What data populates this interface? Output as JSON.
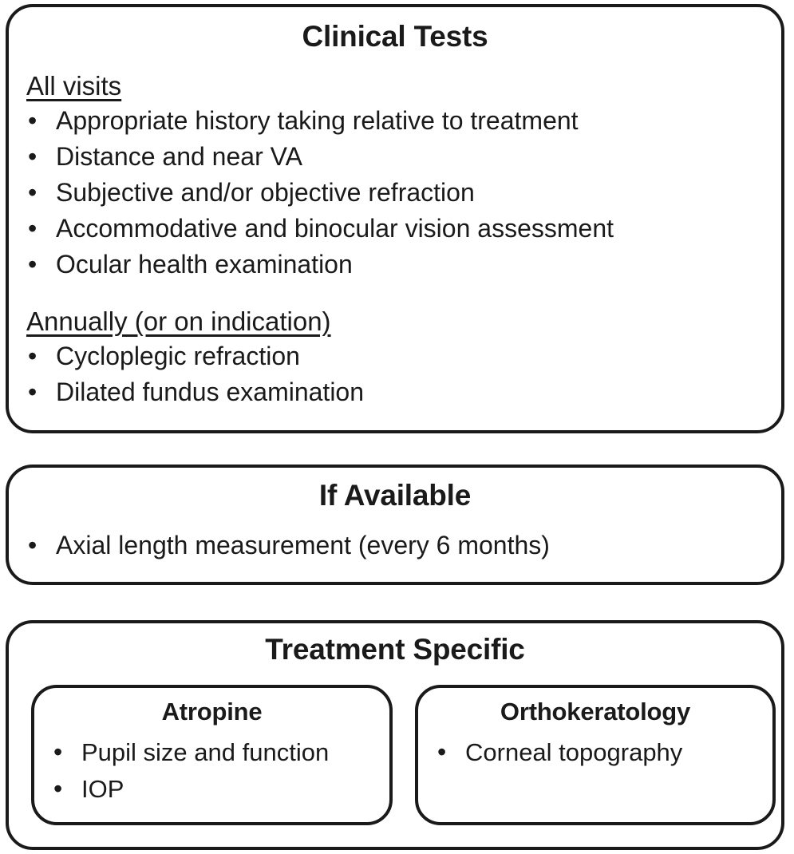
{
  "figure": {
    "type": "flowchart-panels",
    "background_color": "#ffffff",
    "border_color": "#1a1a1a",
    "text_color": "#1a1a1a"
  },
  "panels": {
    "clinical_tests": {
      "title": "Clinical Tests",
      "groups": [
        {
          "heading": "All visits",
          "bullet_glyph": "•",
          "items": [
            "Appropriate history taking relative to treatment",
            "Distance and near VA",
            "Subjective and/or objective refraction",
            "Accommodative and binocular vision assessment",
            "Ocular health examination"
          ]
        },
        {
          "heading": "Annually (or on indication)",
          "bullet_glyph": "•",
          "items": [
            "Cycloplegic refraction",
            "Dilated fundus examination"
          ]
        }
      ]
    },
    "if_available": {
      "title": "If Available",
      "bullet_glyph": "•",
      "items": [
        "Axial length measurement (every 6 months)"
      ]
    },
    "treatment_specific": {
      "title": "Treatment Specific",
      "subpanels": [
        {
          "title": "Atropine",
          "bullet_glyph": "•",
          "items": [
            "Pupil size and function",
            "IOP"
          ]
        },
        {
          "title": "Orthokeratology",
          "bullet_glyph": "•",
          "items": [
            "Corneal topography"
          ]
        }
      ]
    }
  }
}
